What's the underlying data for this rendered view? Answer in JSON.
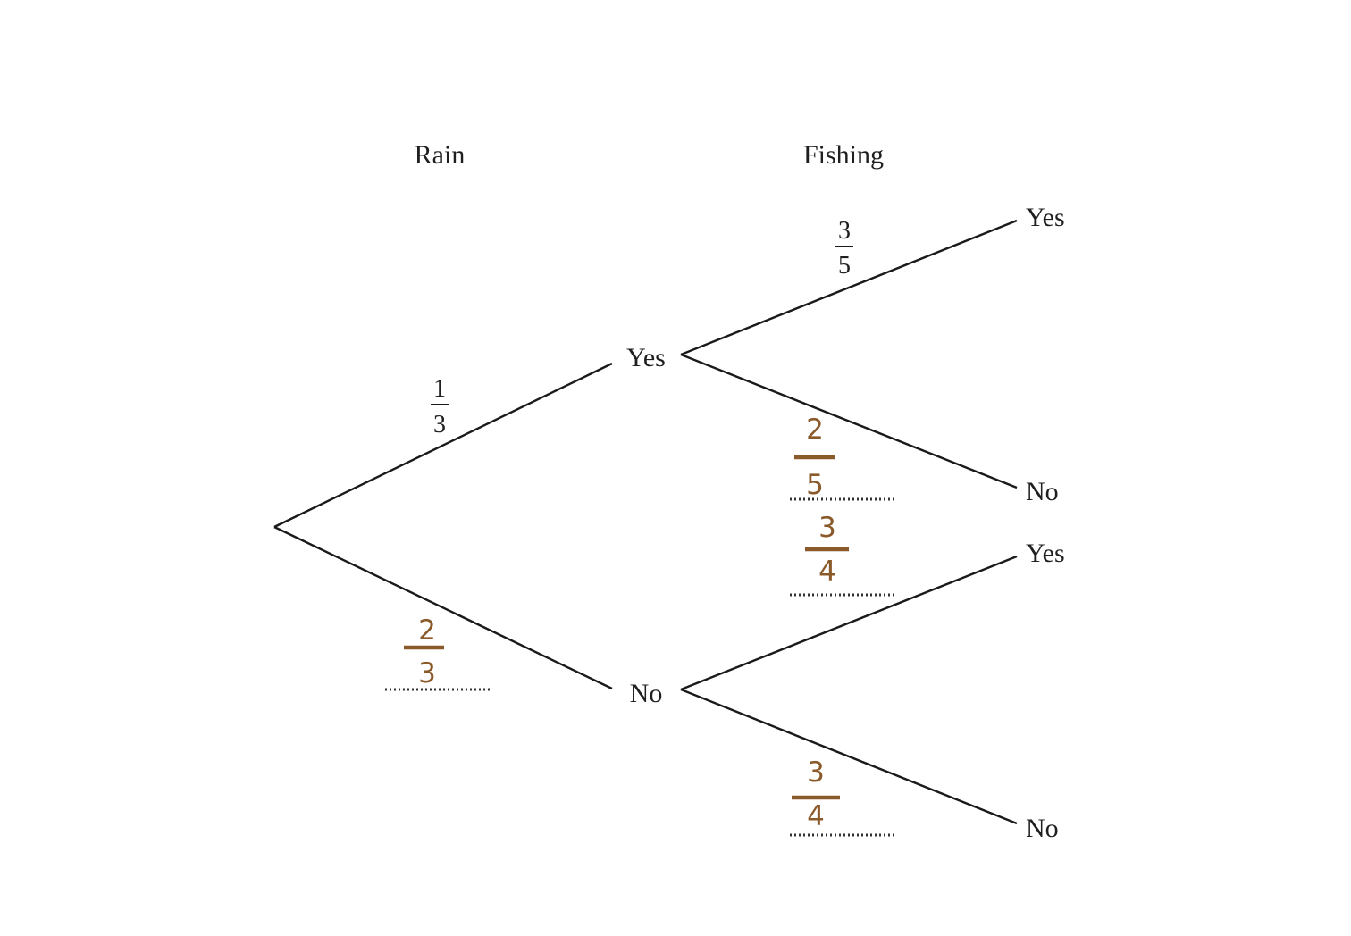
{
  "headings": {
    "rain": "Rain",
    "fishing": "Fishing"
  },
  "nodes": {
    "rain_yes": "Yes",
    "rain_no": "No",
    "fish_yes_yes": "Yes",
    "fish_yes_no": "No",
    "fish_no_yes": "Yes",
    "fish_no_no": "No"
  },
  "printed_probabilities": {
    "rain_yes": {
      "num": "1",
      "den": "3"
    },
    "rain_yes_fish_yes": {
      "num": "3",
      "den": "5"
    }
  },
  "handwritten_answers": {
    "rain_no": {
      "num": "2",
      "den": "3"
    },
    "rain_yes_fish_no": {
      "num": "2",
      "den": "5"
    },
    "rain_no_fish_yes": {
      "num": "3",
      "den": "4"
    },
    "rain_no_fish_no": {
      "num": "3",
      "den": "4"
    }
  },
  "colors": {
    "handwriting": "#8a5a2b",
    "ink": "#1a1a1a"
  }
}
